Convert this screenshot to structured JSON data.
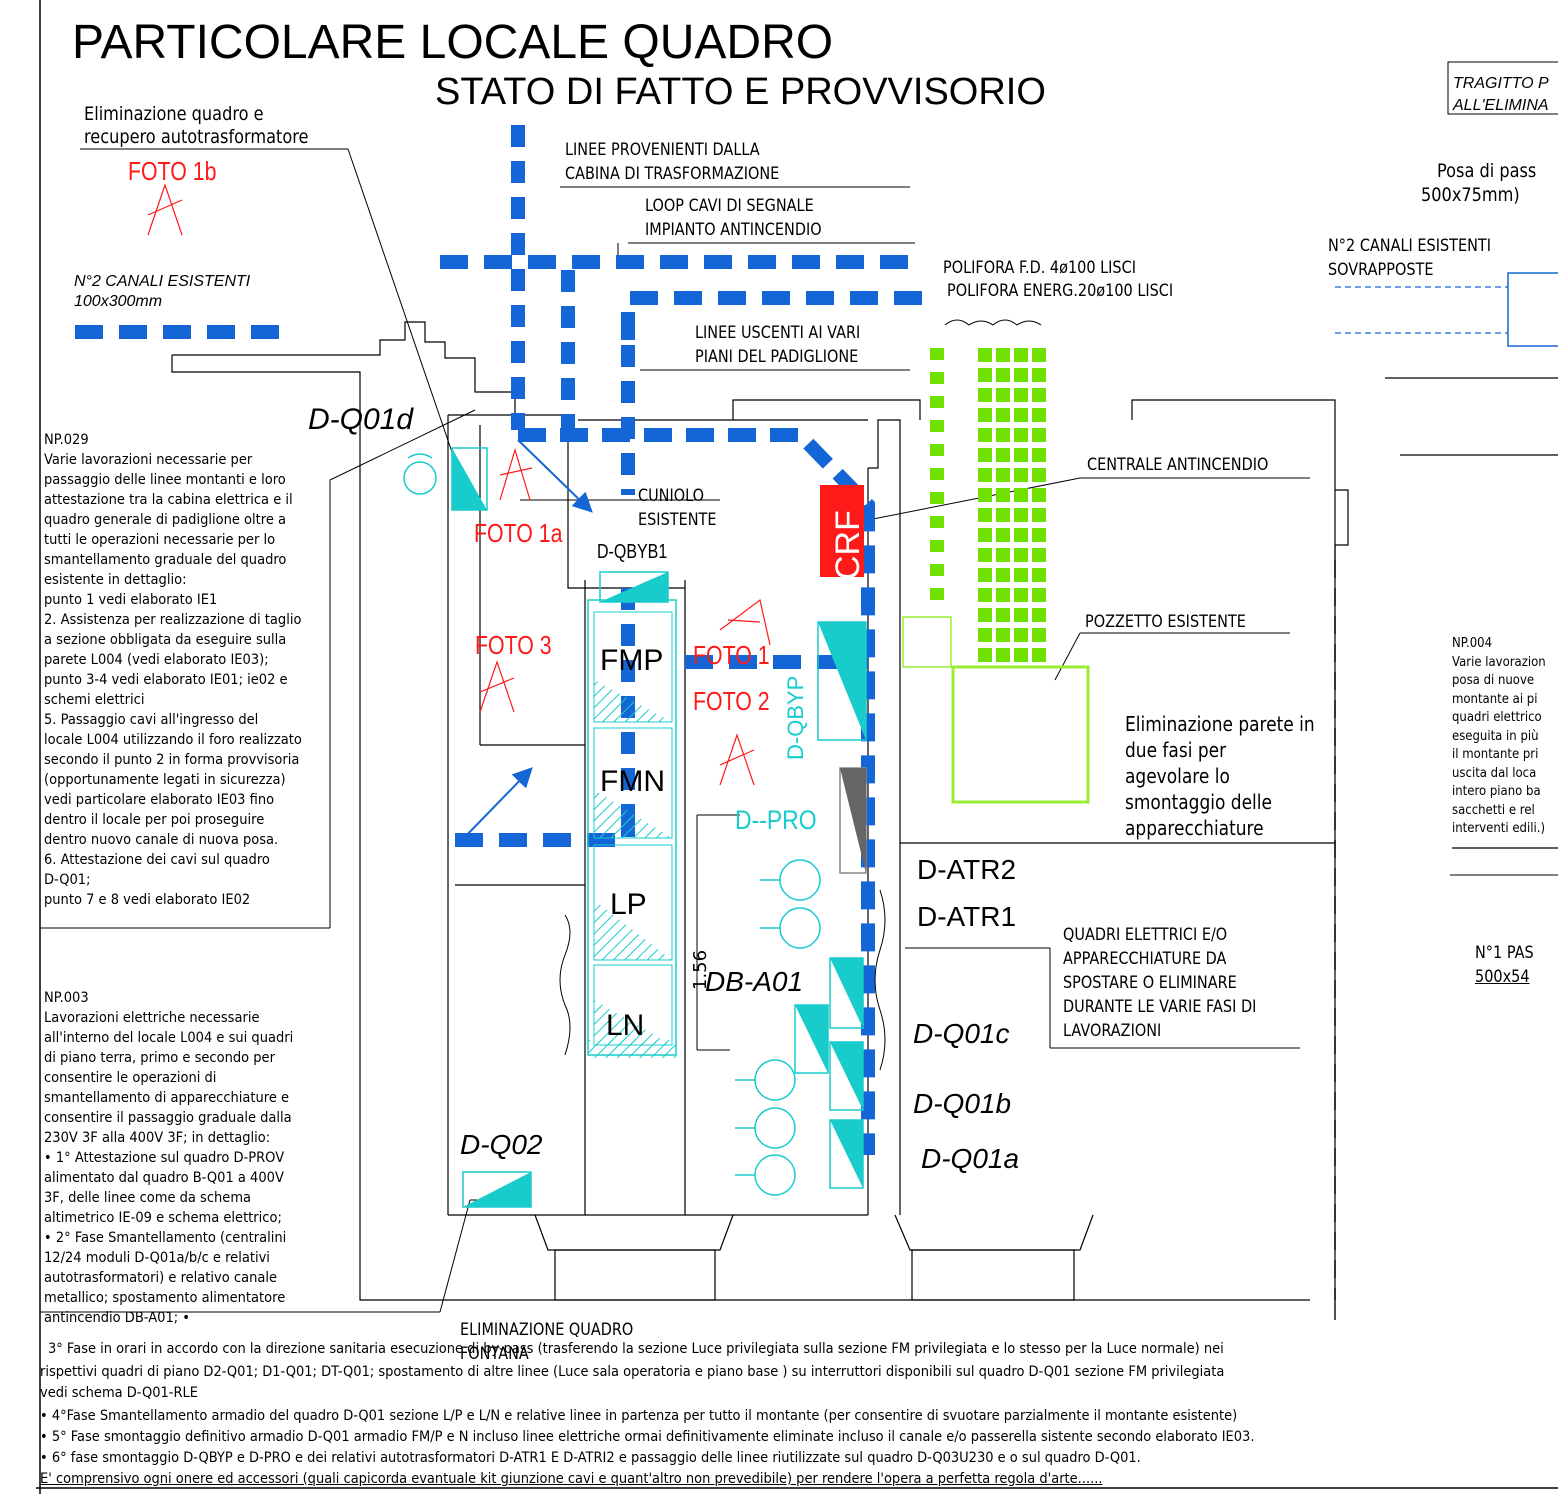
{
  "titles": {
    "main": "PARTICOLARE LOCALE QUADRO",
    "sub": "STATO DI FATTO E PROVVISORIO"
  },
  "callouts": {
    "eliminazione_quadro_1": "Eliminazione quadro e",
    "eliminazione_quadro_2": "recupero autotrasformatore",
    "linee_prov_1": "LINEE PROVENIENTI DALLA",
    "linee_prov_2": "CABINA DI TRASFORMAZIONE",
    "loop_1": "LOOP CAVI DI SEGNALE",
    "loop_2": "IMPIANTO ANTINCENDIO",
    "polifora_1": "POLIFORA F.D. 4ø100 LISCI",
    "polifora_2": "POLIFORA ENERG.20ø100 LISCI",
    "linee_uscenti_1": "LINEE USCENTI AI VARI",
    "linee_uscenti_2": "PIANI DEL PADIGLIONE",
    "canali_left_1": "N°2 CANALI ESISTENTI",
    "canali_left_2": "100x300mm",
    "canali_right_1": "N°2 CANALI ESISTENTI",
    "canali_right_2": "SOVRAPPOSTE",
    "tragitto_1": "TRAGITTO P",
    "tragitto_2": "ALL'ELIMINA",
    "posa_1": "Posa di pass",
    "posa_2": "500x75mm)",
    "centrale": "CENTRALE ANTINCENDIO",
    "cuniolo_1": "CUNIOLO",
    "cuniolo_2": "ESISTENTE",
    "pozzetto": "POZZETTO ESISTENTE",
    "elim_parete_1": "Eliminazione parete in",
    "elim_parete_2": "due fasi per",
    "elim_parete_3": "agevolare lo",
    "elim_parete_4": "smontaggio delle",
    "elim_parete_5": "apparecchiature",
    "quadri_1": "QUADRI ELETTRICI E/O",
    "quadri_2": "APPARECCHIATURE DA",
    "quadri_3": "SPOSTARE O ELIMINARE",
    "quadri_4": "DURANTE LE VARIE FASI DI",
    "quadri_5": "LAVORAZIONI",
    "elim_fontana_1": "ELIMINAZIONE QUADRO",
    "elim_fontana_2": "FONTANA",
    "np_pas_1": "N°1 PAS",
    "np_pas_2": "500x54"
  },
  "photos": {
    "foto1b": "FOTO 1b",
    "foto1a": "FOTO 1a",
    "foto3": "FOTO 3",
    "foto1": "FOTO 1",
    "foto2": "FOTO 2"
  },
  "equipment": {
    "dq01d": "D-Q01d",
    "dqbyb1": "D-QBYB1",
    "fmp": "FMP",
    "fmn": "FMN",
    "lp": "LP",
    "ln": "LN",
    "dqbyp": "D-QBYP",
    "dpro": "D--PRO",
    "crf": "CRF",
    "datr2": "D-ATR2",
    "datr1": "D-ATR1",
    "dba01": "DB-A01",
    "dq01c": "D-Q01c",
    "dq01b": "D-Q01b",
    "dq01a": "D-Q01a",
    "dq02": "D-Q02",
    "dim": "1.56"
  },
  "np029": {
    "lines": [
      "NP.029",
      "Varie lavorazioni necessarie per",
      "passaggio delle linee montanti e loro",
      "attestazione tra la cabina elettrica e il",
      "quadro generale di padiglione oltre a",
      "tutti le operazioni necessarie per lo",
      "smantellamento graduale del quadro",
      "esistente in dettaglio:",
      "punto 1 vedi elaborato IE1",
      "2. Assistenza per realizzazione di taglio",
      "a sezione obbligata da eseguire sulla",
      "parete L004 (vedi elaborato IE03);",
      "punto 3-4 vedi elaborato IE01; ie02  e",
      "schemi elettrici",
      "5. Passaggio cavi all'ingresso del",
      "locale L004 utilizzando il foro realizzato",
      "secondo il punto 2 in forma provvisoria",
      "(opportunamente legati in sicurezza)",
      "vedi particolare elaborato IE03 fino",
      "dentro il locale per poi proseguire",
      "dentro nuovo canale di nuova posa.",
      "6. Attestazione dei cavi sul quadro",
      "D-Q01;",
      "punto 7 e 8 vedi elaborato IE02"
    ]
  },
  "np003": {
    "lines": [
      "NP.003",
      "Lavorazioni elettriche necessarie",
      "all'interno del locale L004 e sui quadri",
      "di piano terra, primo e secondo per",
      "consentire le operazioni di",
      "smantellamento di apparecchiature e",
      "consentire il passaggio graduale dalla",
      "230V 3F alla 400V 3F; in dettaglio:",
      "• 1° Attestazione sul quadro D-PROV",
      "alimentato dal quadro B-Q01 a 400V",
      "3F, delle linee come da schema",
      "altimetrico IE-09 e schema elettrico;",
      "• 2° Fase Smantellamento (centralini",
      "12/24 moduli D-Q01a/b/c e relativi",
      "autotrasformatori) e relativo canale",
      "metallico; spostamento alimentatore",
      "antincendio DB-A01; •"
    ]
  },
  "np004": {
    "lines": [
      "NP.004",
      "Varie lavorazion",
      "posa di nuove",
      "montante ai pi",
      "quadri elettrico",
      "eseguita in più",
      "il montante pri",
      "uscita dal loca",
      "intero piano ba",
      "sacchetti e rel",
      "interventi edili.)"
    ]
  },
  "bottom_notes": {
    "l1": "3° Fase in orari in accordo con la direzione sanitaria esecuzione di by-pass (trasferendo la sezione Luce privilegiata sulla sezione FM privilegiata e lo stesso per la Luce normale) nei",
    "l2": "rispettivi quadri di piano D2-Q01; D1-Q01; DT-Q01; spostamento di altre linee (Luce sala operatoria e piano base ) su interruttori disponibili sul quadro D-Q01 sezione FM privilegiata",
    "l3": "vedi schema D-Q01-RLE",
    "l4": "• 4°Fase Smantellamento armadio del quadro D-Q01 sezione L/P e L/N e relative linee in partenza per tutto il montante (per consentire di svuotare parzialmente il montante esistente)",
    "l5": "• 5° Fase smontaggio definitivo armadio D-Q01 armadio FM/P e N incluso linee elettriche ormai definitivamente eliminate incluso il canale e/o passerella sistente secondo elaborato IE03.",
    "l6": "• 6° fase smontaggio D-QBYP e D-PRO e dei relativi autotrasformatori D-ATR1 E D-ATRI2 e passaggio delle linee riutilizzate sul quadro D-Q03U230 e o sul quadro D-Q01.",
    "l7": "E' comprensivo ogni onere ed accessori (quali capicorda evantuale kit giunzione cavi e quant'altro non prevedibile) per rendere l'opera a  perfetta regola d'arte......"
  },
  "colors": {
    "blue": "#1466d6",
    "cyan": "#18cccc",
    "red": "#ff1a1a",
    "green": "#6fe000",
    "lightgreen": "#99ee33"
  }
}
